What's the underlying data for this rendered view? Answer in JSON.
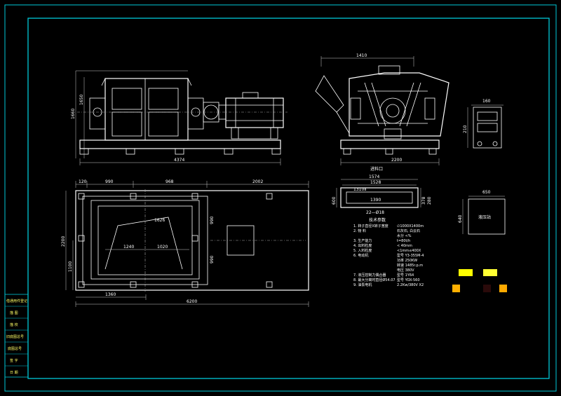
{
  "front_view": {
    "dim_length": "4374",
    "dim_height_1": "1650",
    "dim_height_2": "1660"
  },
  "side_view": {
    "dim_width_top": "1410",
    "dim_width_bottom": "2200"
  },
  "detail_view": {
    "dim_w": "160",
    "dim_h": "210"
  },
  "plan_view": {
    "dim_top": [
      "120",
      "990",
      "968",
      "2002"
    ],
    "dim_1626": "1626",
    "dim_1240": "1240",
    "dim_1020": "1020",
    "dim_right_1": "990",
    "dim_right_2": "990",
    "dim_left_2200": "2200",
    "dim_left_1100": "1100",
    "dim_1360": "1360",
    "dim_total": "6200"
  },
  "feed_opening": {
    "title": "进料口",
    "dim_1574": "1574",
    "dim_1528": "1528",
    "dim_1310": "1310Ⅱ",
    "dim_1390": "1390",
    "dim_22": "22—Ø18",
    "dim_600": "600",
    "dim_378": "378",
    "dim_280": "280"
  },
  "spec_table": {
    "title": "技术参数",
    "rows": [
      [
        "1. 转子直径X转子宽度",
        "∅1000X1400m"
      ],
      [
        "2. 物    料",
        "石灰石, 白云石"
      ],
      [
        "",
        "水分 <% "
      ],
      [
        "3. 生产能力",
        "t=80t/h"
      ],
      [
        "4. 出料粒度",
        "< 40mm"
      ],
      [
        "5. 入料粒度",
        "<1mm≤400X"
      ],
      [
        "6. 电动机",
        "型号  Y3-355M-4"
      ],
      [
        "",
        "功率     250KW"
      ],
      [
        "",
        "转速    1485r.p.m"
      ],
      [
        "",
        "电压    380V"
      ],
      [
        "7. 液压控制力偶合器",
        "型号  1Y64"
      ],
      [
        "8. 最大分离时直径Ø54.07",
        "型号  YOX-560"
      ],
      [
        "9. 油泵电机",
        "2.2Kw/380V  X2"
      ]
    ]
  },
  "hydraulic_box": {
    "label": "液压站",
    "dim_w": "650",
    "dim_h": "640"
  },
  "side_panel": {
    "items": [
      "借通用件登记",
      "描  图",
      "描  校",
      "旧底图总号",
      "底图总号",
      "签  字",
      "日  期"
    ]
  },
  "colors": {
    "background": "#000000",
    "frame": "#00c8d8",
    "lines": "#ffffff",
    "swatch_yellow": "#ffff00",
    "swatch_orange": "#ffb000",
    "swatch_dark": "#300808"
  }
}
